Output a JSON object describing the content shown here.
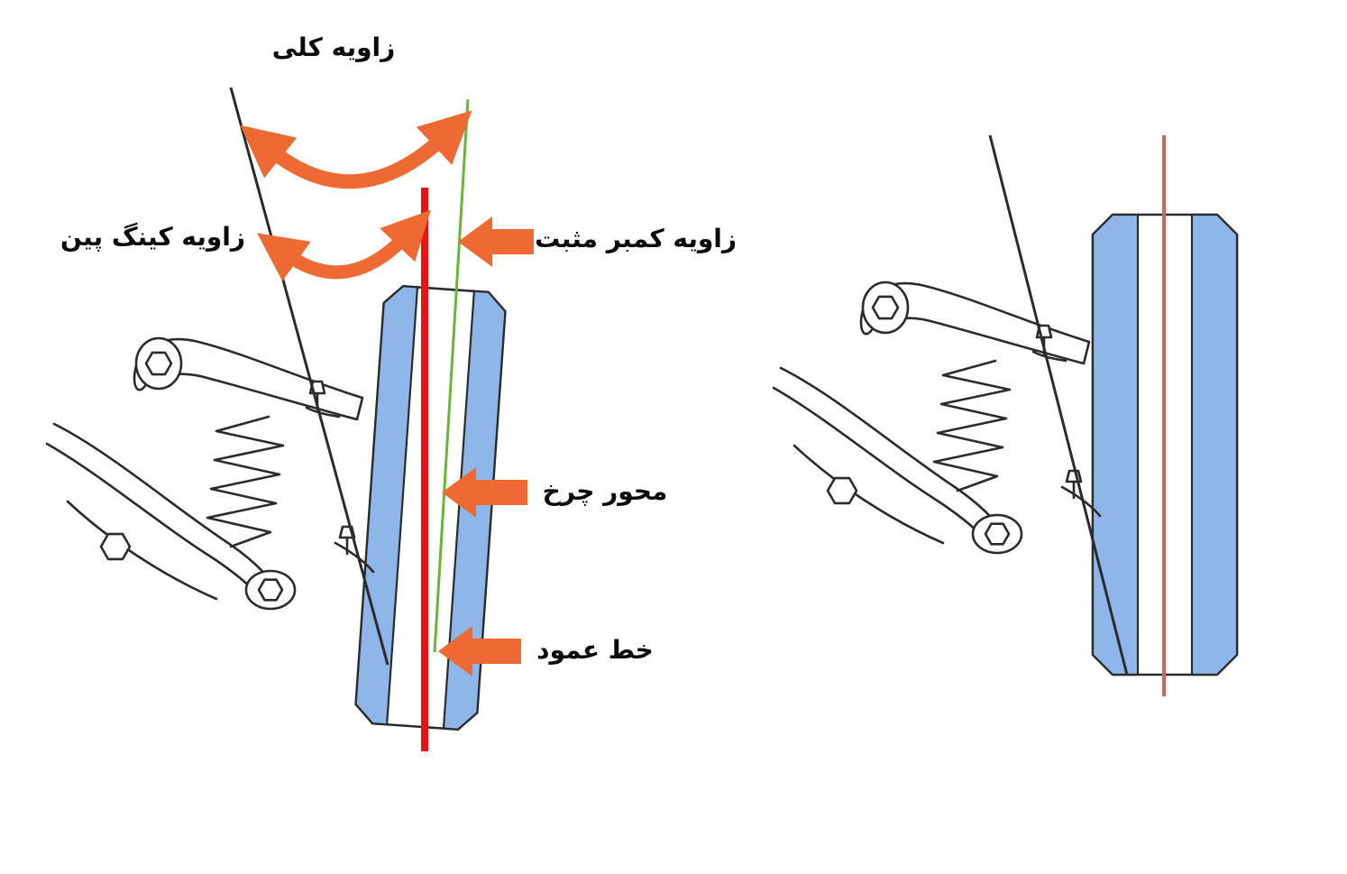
{
  "labels": {
    "total_angle": "زاویه کلی",
    "kingpin_angle": "زاویه کینگ پین",
    "positive_camber_angle": "زاویه کمبر مثبت",
    "wheel_axis": "محور چرخ",
    "vertical_line": "خط عمود"
  },
  "colors": {
    "arrow_orange": "#ed6b33",
    "red_line": "#ea1212",
    "green_line": "#6ab33c",
    "salmon_line": "#d96350",
    "tire_blue": "#8fb6e8",
    "ink": "#2b2b2b",
    "background": "#ffffff"
  },
  "figure": {
    "type": "wheel-alignment-angles-diagram",
    "panels": [
      {
        "side": "left",
        "shows": [
          "kingpin-axis",
          "vertical-reference-line",
          "camber-line",
          "total-angle-arc",
          "kingpin-angle-arc",
          "camber-arrow",
          "wheel-axis-arrow",
          "vertical-line-arrow",
          "tire",
          "suspension"
        ]
      },
      {
        "side": "right",
        "shows": [
          "kingpin-axis",
          "wheel-center-line",
          "tire",
          "suspension"
        ]
      }
    ]
  }
}
